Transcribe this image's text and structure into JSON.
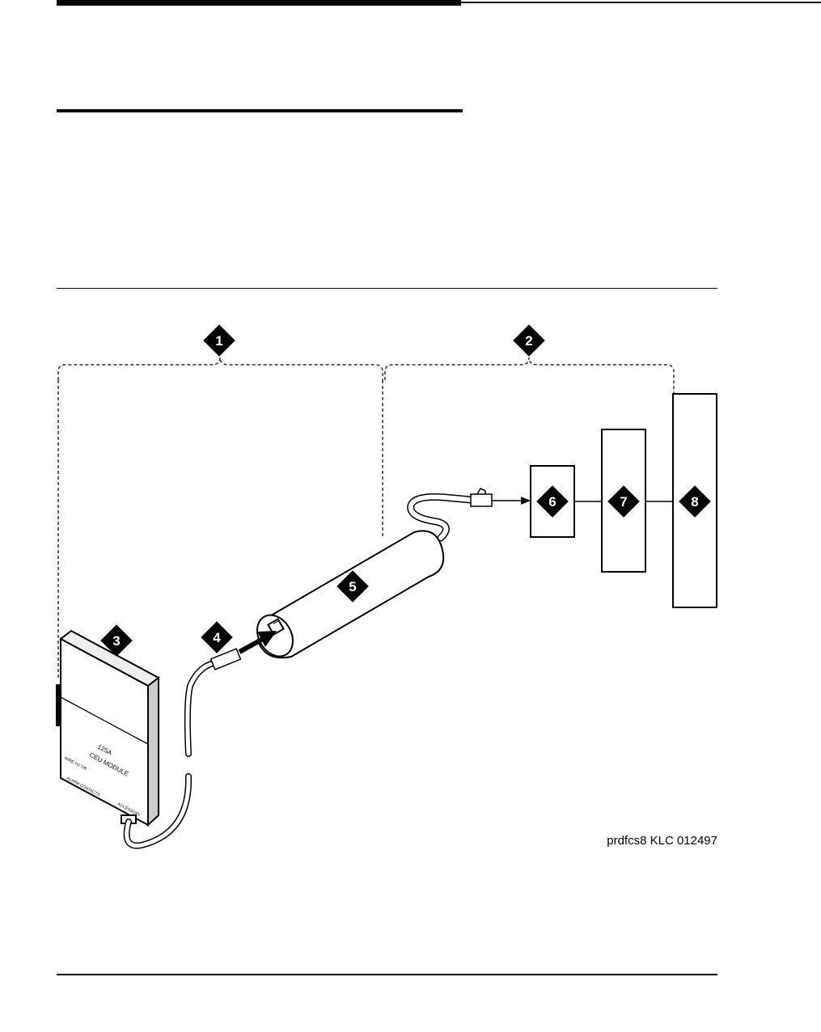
{
  "figure": {
    "callouts": [
      "1",
      "2",
      "3",
      "4",
      "5",
      "6",
      "7",
      "8"
    ],
    "module_model": "125A",
    "module_name": "CEU MODULE",
    "module_label_left": "WIRE TO T/R",
    "module_label_bottom_left": "ALARM CONTACTS",
    "module_label_bottom_right": "ACCESSORY",
    "figure_id": "prdfcs8 KLC 012497"
  }
}
